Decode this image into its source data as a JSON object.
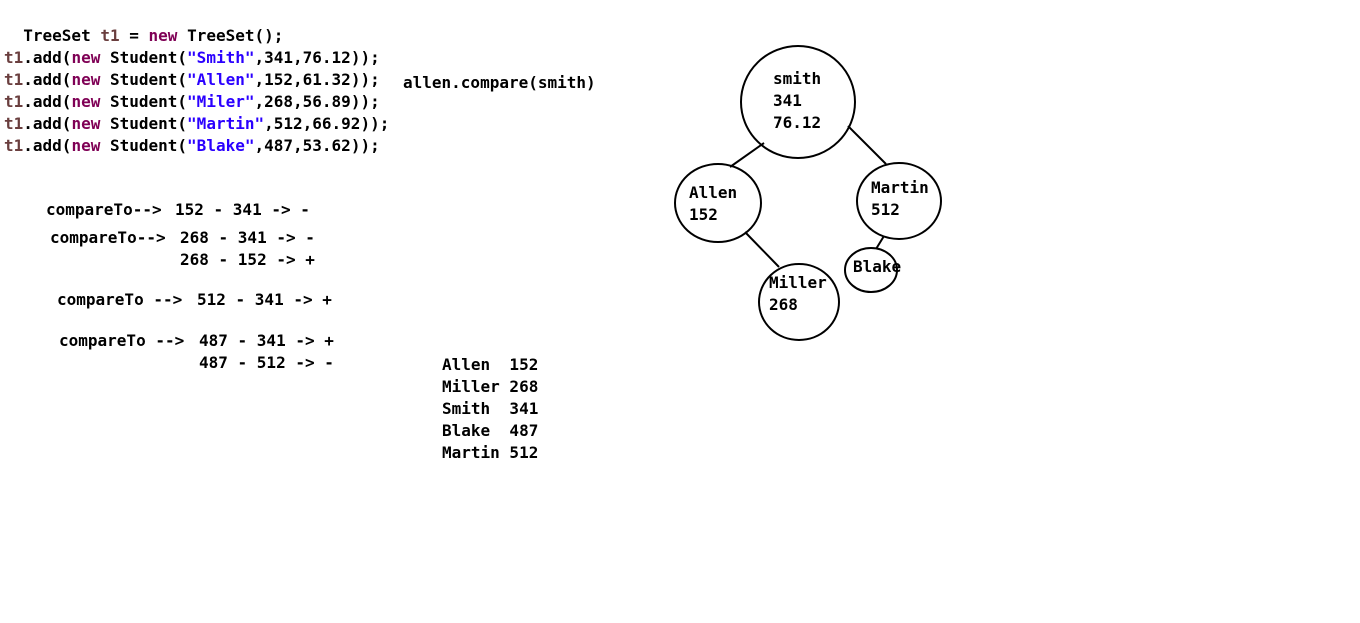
{
  "code": {
    "decl": {
      "t1": "TreeSet",
      "t2": "t1",
      "t3": "=",
      "t4": "new",
      "t5": "TreeSet();"
    },
    "adds": [
      {
        "obj": "t1",
        "method": ".add(",
        "kw": "new",
        "cls": " Student(",
        "name": "\"Smith\"",
        "rest": ",341,76.12));"
      },
      {
        "obj": "t1",
        "method": ".add(",
        "kw": "new",
        "cls": " Student(",
        "name": "\"Allen\"",
        "rest": ",152,61.32));"
      },
      {
        "obj": "t1",
        "method": ".add(",
        "kw": "new",
        "cls": " Student(",
        "name": "\"Miler\"",
        "rest": ",268,56.89));"
      },
      {
        "obj": "t1",
        "method": ".add(",
        "kw": "new",
        "cls": " Student(",
        "name": "\"Martin\"",
        "rest": ",512,66.92));"
      },
      {
        "obj": "t1",
        "method": ".add(",
        "kw": "new",
        "cls": " Student(",
        "name": "\"Blake\"",
        "rest": ",487,53.62));"
      }
    ],
    "side_note": "allen.compare(smith)"
  },
  "comparisons": [
    {
      "label": "compareTo-->",
      "line1": "152 - 341 -> -",
      "line2": ""
    },
    {
      "label": "compareTo-->",
      "line1": "268 - 341 -> -",
      "line2": "268 - 152 -> +"
    },
    {
      "label": "compareTo -->",
      "line1": "512 - 341 -> +",
      "line2": ""
    },
    {
      "label": "compareTo -->",
      "line1": "487 - 341 -> +",
      "line2": "487 - 512 -> -"
    }
  ],
  "sorted_output": [
    "Allen  152",
    "Miller 268",
    "Smith  341",
    "Blake  487",
    "Martin 512"
  ],
  "tree": {
    "root": {
      "l1": "smith",
      "l2": "341",
      "l3": "76.12"
    },
    "allen": {
      "l1": "Allen",
      "l2": "152"
    },
    "martin": {
      "l1": "Martin",
      "l2": "512"
    },
    "miller": {
      "l1": "Miller",
      "l2": "268"
    },
    "blake": {
      "l1": "Blake"
    }
  },
  "colors": {
    "keyword": "#7f0055",
    "variable": "#6a3e3e",
    "string": "#2a00ff",
    "text": "#000000"
  }
}
